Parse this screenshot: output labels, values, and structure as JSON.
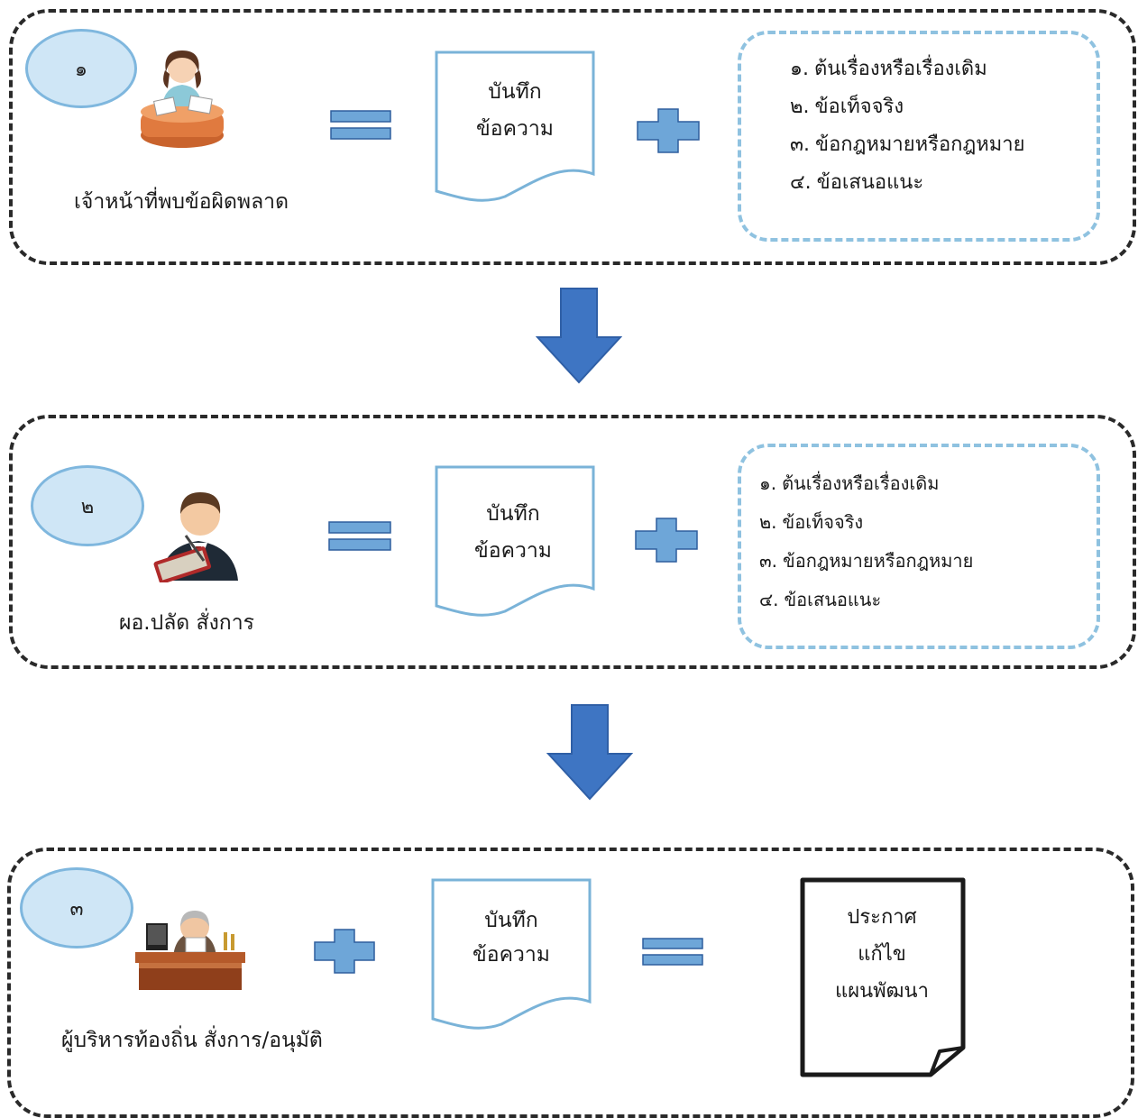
{
  "steps": [
    {
      "number": "๑",
      "actor": "เจ้าหน้าที่พบข้อผิดพลาด",
      "memo": {
        "line1": "บันทึก",
        "line2": "ข้อความ"
      },
      "items": [
        {
          "num": "๑.",
          "text": "ต้นเรื่องหรือเรื่องเดิม"
        },
        {
          "num": "๒.",
          "text": "ข้อเท็จจริง"
        },
        {
          "num": "๓.",
          "text": "ข้อกฎหมายหรือกฎหมาย"
        },
        {
          "num": "๔.",
          "text": "ข้อเสนอแนะ"
        }
      ]
    },
    {
      "number": "๒",
      "actor": "ผอ.ปลัด สั่งการ",
      "memo": {
        "line1": "บันทึก",
        "line2": "ข้อความ"
      },
      "items": [
        {
          "num": "๑.",
          "text": "ต้นเรื่องหรือเรื่องเดิม"
        },
        {
          "num": "๒.",
          "text": "ข้อเท็จจริง"
        },
        {
          "num": "๓.",
          "text": "ข้อกฎหมายหรือกฎหมาย"
        },
        {
          "num": "๔.",
          "text": "ข้อเสนอแนะ"
        }
      ]
    },
    {
      "number": "๓",
      "actor": "ผู้บริหารท้องถิ่น สั่งการ/อนุมัติ",
      "memo": {
        "line1": "บันทึก",
        "line2": "ข้อความ"
      },
      "result": {
        "line1": "ประกาศ",
        "line2": "แก้ไข",
        "line3": "แผนพัฒนา"
      }
    }
  ],
  "colors": {
    "arrow": "#3e75c3",
    "symbol_fill": "#6ea6d8",
    "symbol_stroke": "#2e5f9e",
    "memo_stroke": "#7ab3d8",
    "oval_fill": "#cfe6f6",
    "info_border": "#8fc2e0",
    "panel_border": "#2a2a2a"
  },
  "icons": [
    "female-clerk-icon",
    "male-official-icon",
    "executive-at-desk-icon",
    "equals-icon",
    "plus-icon",
    "down-arrow-icon",
    "memo-document-icon",
    "announcement-document-icon"
  ]
}
